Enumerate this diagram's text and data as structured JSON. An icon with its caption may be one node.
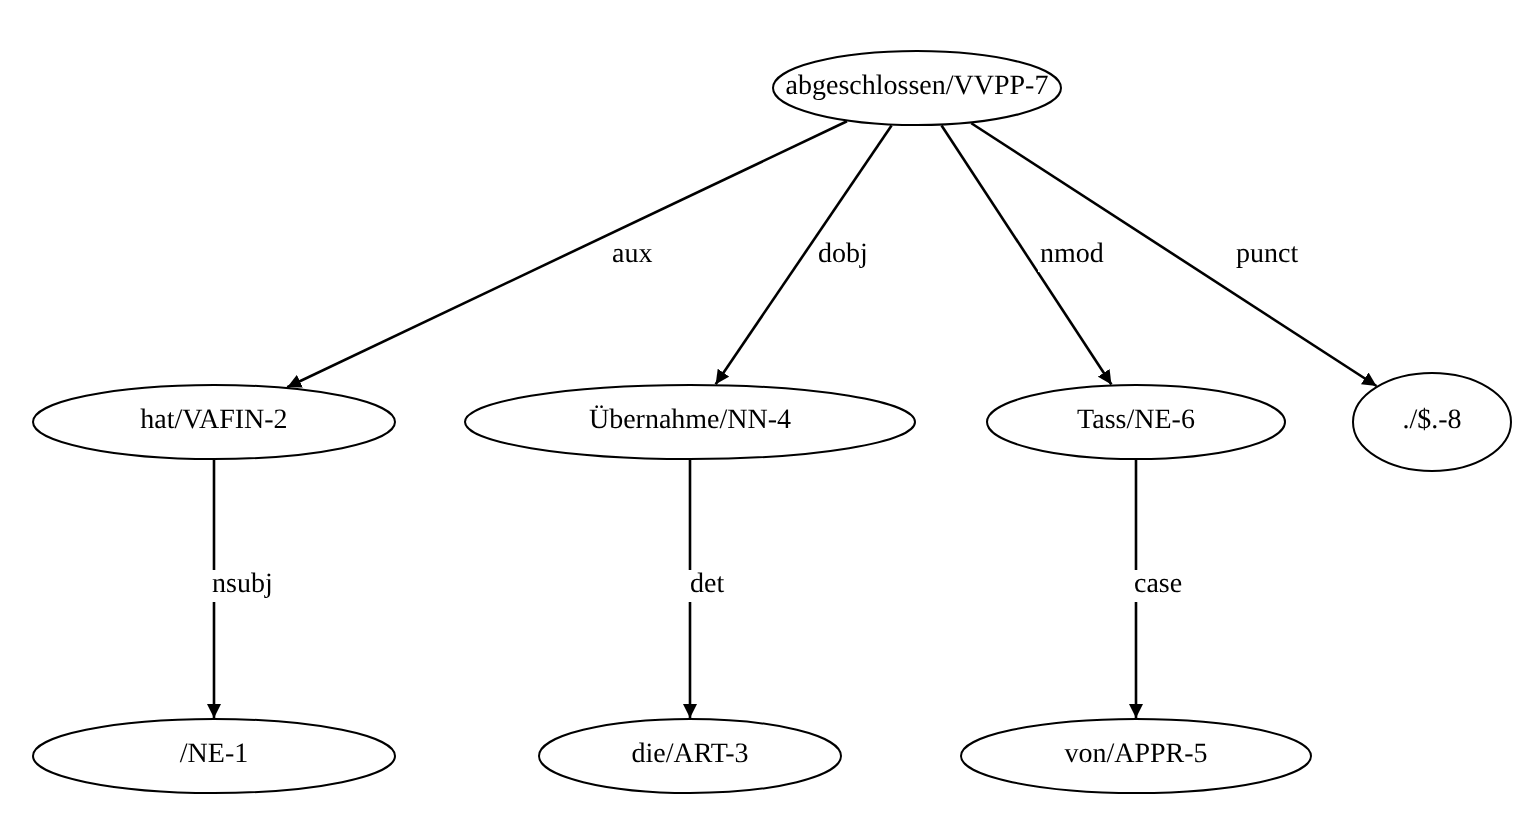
{
  "diagram": {
    "nodes": [
      {
        "text": [
          "abgeschlossen/VVPP-7"
        ]
      },
      {
        "text": [
          "hat/VAFIN-2"
        ]
      },
      {
        "text": [
          "Übernahme/NN-4"
        ]
      },
      {
        "text": [
          "Tass/NE-6"
        ]
      },
      {
        "text": [
          "./$.-8"
        ]
      },
      {
        "text": [
          "/NE-1"
        ]
      },
      {
        "text": [
          "die/ART-3"
        ]
      },
      {
        "text": [
          "von/APPR-5"
        ]
      }
    ],
    "edges": [
      {
        "from": 0,
        "to": 1,
        "arrow": "to",
        "label": "aux"
      },
      {
        "from": 0,
        "to": 2,
        "arrow": "to",
        "label": "dobj"
      },
      {
        "from": 0,
        "to": 3,
        "arrow": "to",
        "label": "nmod"
      },
      {
        "from": 0,
        "to": 4,
        "arrow": "to",
        "label": "punct"
      },
      {
        "from": 1,
        "to": 5,
        "arrow": "to",
        "label": "nsubj"
      },
      {
        "from": 2,
        "to": 6,
        "arrow": "to",
        "label": "det"
      },
      {
        "from": 3,
        "to": 7,
        "arrow": "to",
        "label": "case"
      }
    ]
  }
}
